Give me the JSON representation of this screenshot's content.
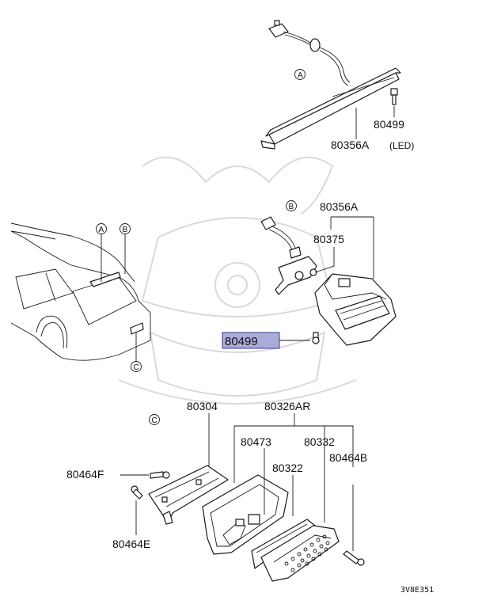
{
  "parts": {
    "p80356a_led": "80356A",
    "led_note": "(LED)",
    "p80499_top": "80499",
    "p80356a_mid": "80356A",
    "p80375": "80375",
    "p80499_highlight": "80499",
    "p80304": "80304",
    "p80326ar": "80326AR",
    "p80473": "80473",
    "p80332": "80332",
    "p80322": "80322",
    "p80464b": "80464B",
    "p80464f": "80464F",
    "p80464e": "80464E"
  },
  "callouts": {
    "a_top": "A",
    "b_mid": "B",
    "a_car": "A",
    "b_car": "B",
    "c_car": "C",
    "c_section": "C"
  },
  "diagram_code": "3V8E351",
  "colors": {
    "highlight_fill": "#a9acd9",
    "highlight_border": "#3a3f8f",
    "line": "#1a1a1a"
  }
}
